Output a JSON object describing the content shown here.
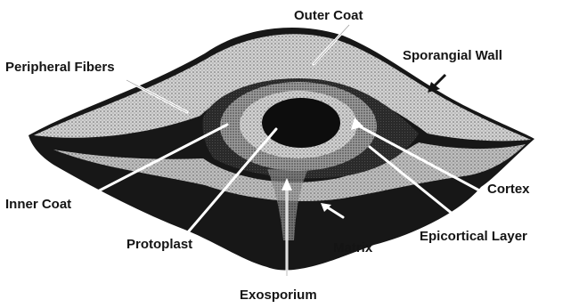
{
  "labels": {
    "outer_coat": "Outer Coat",
    "peripheral_fibers": "Peripheral Fibers",
    "sporangial_wall": "Sporangial Wall",
    "inner_coat": "Inner Coat",
    "cortex": "Cortex",
    "protoplast": "Protoplast",
    "matrix": "Matrix",
    "epicortical_layer": "Epicortical Layer",
    "exosporium": "Exosporium"
  },
  "colors": {
    "dark": "#151515",
    "stipple_light": "#bdbdbd",
    "stipple_mid": "#8a8a8a",
    "leader": "#ffffff"
  }
}
